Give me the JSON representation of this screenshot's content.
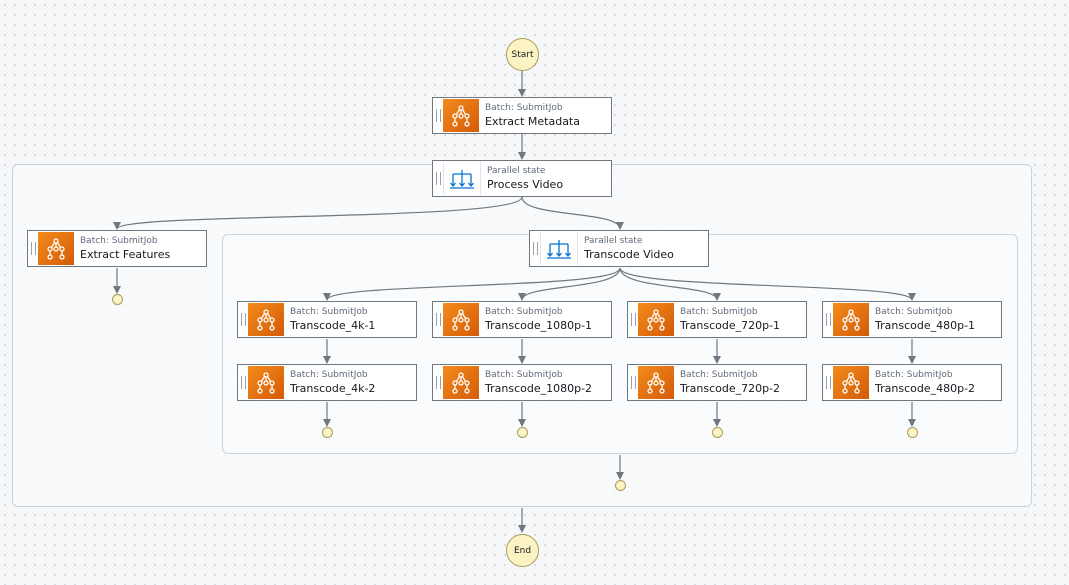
{
  "start": {
    "label": "Start"
  },
  "end": {
    "label": "End"
  },
  "nodes": {
    "extract_metadata": {
      "type": "Batch: SubmitJob",
      "name": "Extract Metadata"
    },
    "process_video": {
      "type": "Parallel state",
      "name": "Process Video"
    },
    "extract_features": {
      "type": "Batch: SubmitJob",
      "name": "Extract Features"
    },
    "transcode_video": {
      "type": "Parallel state",
      "name": "Transcode Video"
    },
    "transcode_4k_1": {
      "type": "Batch: SubmitJob",
      "name": "Transcode_4k-1"
    },
    "transcode_4k_2": {
      "type": "Batch: SubmitJob",
      "name": "Transcode_4k-2"
    },
    "transcode_1080p_1": {
      "type": "Batch: SubmitJob",
      "name": "Transcode_1080p-1"
    },
    "transcode_1080p_2": {
      "type": "Batch: SubmitJob",
      "name": "Transcode_1080p-2"
    },
    "transcode_720p_1": {
      "type": "Batch: SubmitJob",
      "name": "Transcode_720p-1"
    },
    "transcode_720p_2": {
      "type": "Batch: SubmitJob",
      "name": "Transcode_720p-2"
    },
    "transcode_480p_1": {
      "type": "Batch: SubmitJob",
      "name": "Transcode_480p-1"
    },
    "transcode_480p_2": {
      "type": "Batch: SubmitJob",
      "name": "Transcode_480p-2"
    }
  },
  "colors": {
    "batch_icon": "#e8720c",
    "parallel_icon": "#0972d3",
    "terminal_fill": "#fbf3c4",
    "edge": "#6f7780"
  }
}
